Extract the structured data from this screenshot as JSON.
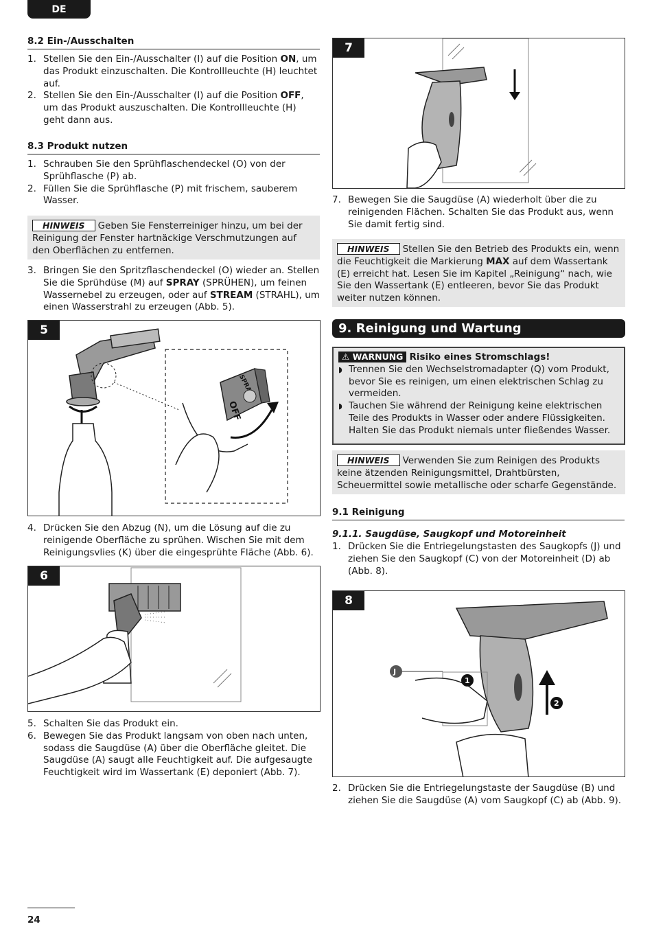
{
  "header": {
    "lang": "DE"
  },
  "s82": {
    "title": "8.2 Ein-/Ausschalten",
    "items": [
      {
        "n": "1.",
        "a": "Stellen Sie den Ein-/Ausschalter (I) auf die Position ",
        "b": "ON",
        "c": ", um das Produkt einzuschalten. Die Kontrollleuchte (H) leuchtet auf."
      },
      {
        "n": "2.",
        "a": "Stellen Sie den Ein-/Ausschalter (I) auf die Position ",
        "b": "OFF",
        "c": ", um das Produkt auszuschalten. Die Kontrollleuchte (H) geht dann aus."
      }
    ]
  },
  "s83": {
    "title": "8.3 Produkt nutzen",
    "items": [
      {
        "n": "1.",
        "t": "Schrauben Sie den Sprühflaschendeckel (O) von der Sprühflasche (P) ab."
      },
      {
        "n": "2.",
        "t": "Füllen Sie die Sprühflasche (P) mit frischem, sauberem Wasser."
      }
    ],
    "note_tag": "HINWEIS",
    "note_text": "Geben Sie Fensterreiniger hinzu, um bei der Reinigung der Fenster hartnäckige Verschmutzungen auf den Oberflächen zu entfernen.",
    "item3": {
      "n": "3.",
      "a": "Bringen Sie den Spritzflaschendeckel (O) wieder an. Stellen Sie die Sprühdüse (M) auf ",
      "b1": "SPRAY",
      "c": " (SPRÜHEN), um feinen Wassernebel zu erzeugen, oder auf ",
      "b2": "STREAM",
      "d": " (STRAHL), um einen Wasserstrahl zu erzeugen (Abb. 5)."
    },
    "fig5": {
      "num": "5",
      "off_label": "OFF",
      "spray_label": "SPRAY"
    },
    "item4": {
      "n": "4.",
      "t": "Drücken Sie den Abzug (N), um die Lösung auf die zu reinigende Oberfläche zu sprühen. Wischen Sie mit dem Reinigungsvlies (K) über die eingesprühte Fläche (Abb. 6)."
    },
    "fig6": {
      "num": "6"
    },
    "item5": {
      "n": "5.",
      "t": "Schalten Sie das Produkt ein."
    },
    "item6": {
      "n": "6.",
      "t": "Bewegen Sie das Produkt langsam von oben nach unten, sodass die Saugdüse (A) über die Oberfläche gleitet. Die Saugdüse (A) saugt alle Feuchtigkeit auf. Die aufgesaugte Feuchtigkeit wird im Wassertank (E) deponiert (Abb. 7)."
    }
  },
  "right": {
    "fig7": {
      "num": "7"
    },
    "item7": {
      "n": "7.",
      "t": "Bewegen Sie die Saugdüse (A) wiederholt über die zu reinigenden Flächen. Schalten Sie das Produkt aus, wenn Sie damit fertig sind."
    },
    "note2_tag": "HINWEIS",
    "note2_a": "Stellen Sie den Betrieb des Produkts ein, wenn die Feuchtigkeit die Markierung ",
    "note2_b": "MAX",
    "note2_c": " auf dem Wassertank (E) erreicht hat. Lesen Sie im Kapitel „Reinigung“ nach, wie Sie den Wassertank (E) entleeren, bevor Sie das Produkt weiter nutzen können."
  },
  "s9": {
    "title": "9. Reinigung und Wartung",
    "warn_tag": "WARNUNG",
    "warn_title": "Risiko eines Stromschlags!",
    "warn_items": [
      "Trennen Sie den Wechselstromadapter (Q) vom Produkt, bevor Sie es reinigen, um einen elektrischen Schlag zu vermeiden.",
      "Tauchen Sie während der Reinigung keine elektrischen Teile des Produkts in Wasser oder andere Flüssigkeiten. Halten Sie das Produkt niemals unter fließendes Wasser."
    ],
    "note3_tag": "HINWEIS",
    "note3_text": "Verwenden Sie zum Reinigen des Produkts keine ätzenden Reinigungsmittel, Drahtbürsten, Scheuermittel sowie metallische oder scharfe Gegenstände.",
    "s91_title": "9.1 Reinigung",
    "s911_title": "9.1.1.  Saugdüse, Saugkopf und Motoreinheit",
    "item1": {
      "n": "1.",
      "t": "Drücken Sie die Entriegelungstasten des Saugkopfs (J) und ziehen Sie den Saugkopf (C) von der Motoreinheit (D) ab (Abb. 8)."
    },
    "fig8": {
      "num": "8",
      "label_j": "J",
      "label_1": "1",
      "label_2": "2"
    },
    "item2": {
      "n": "2.",
      "t": "Drücken Sie die Entriegelungstaste der Saugdüse (B) und ziehen Sie die Saugdüse (A) vom Saugkopf (C) ab (Abb. 9)."
    }
  },
  "footer": {
    "page": "24"
  }
}
